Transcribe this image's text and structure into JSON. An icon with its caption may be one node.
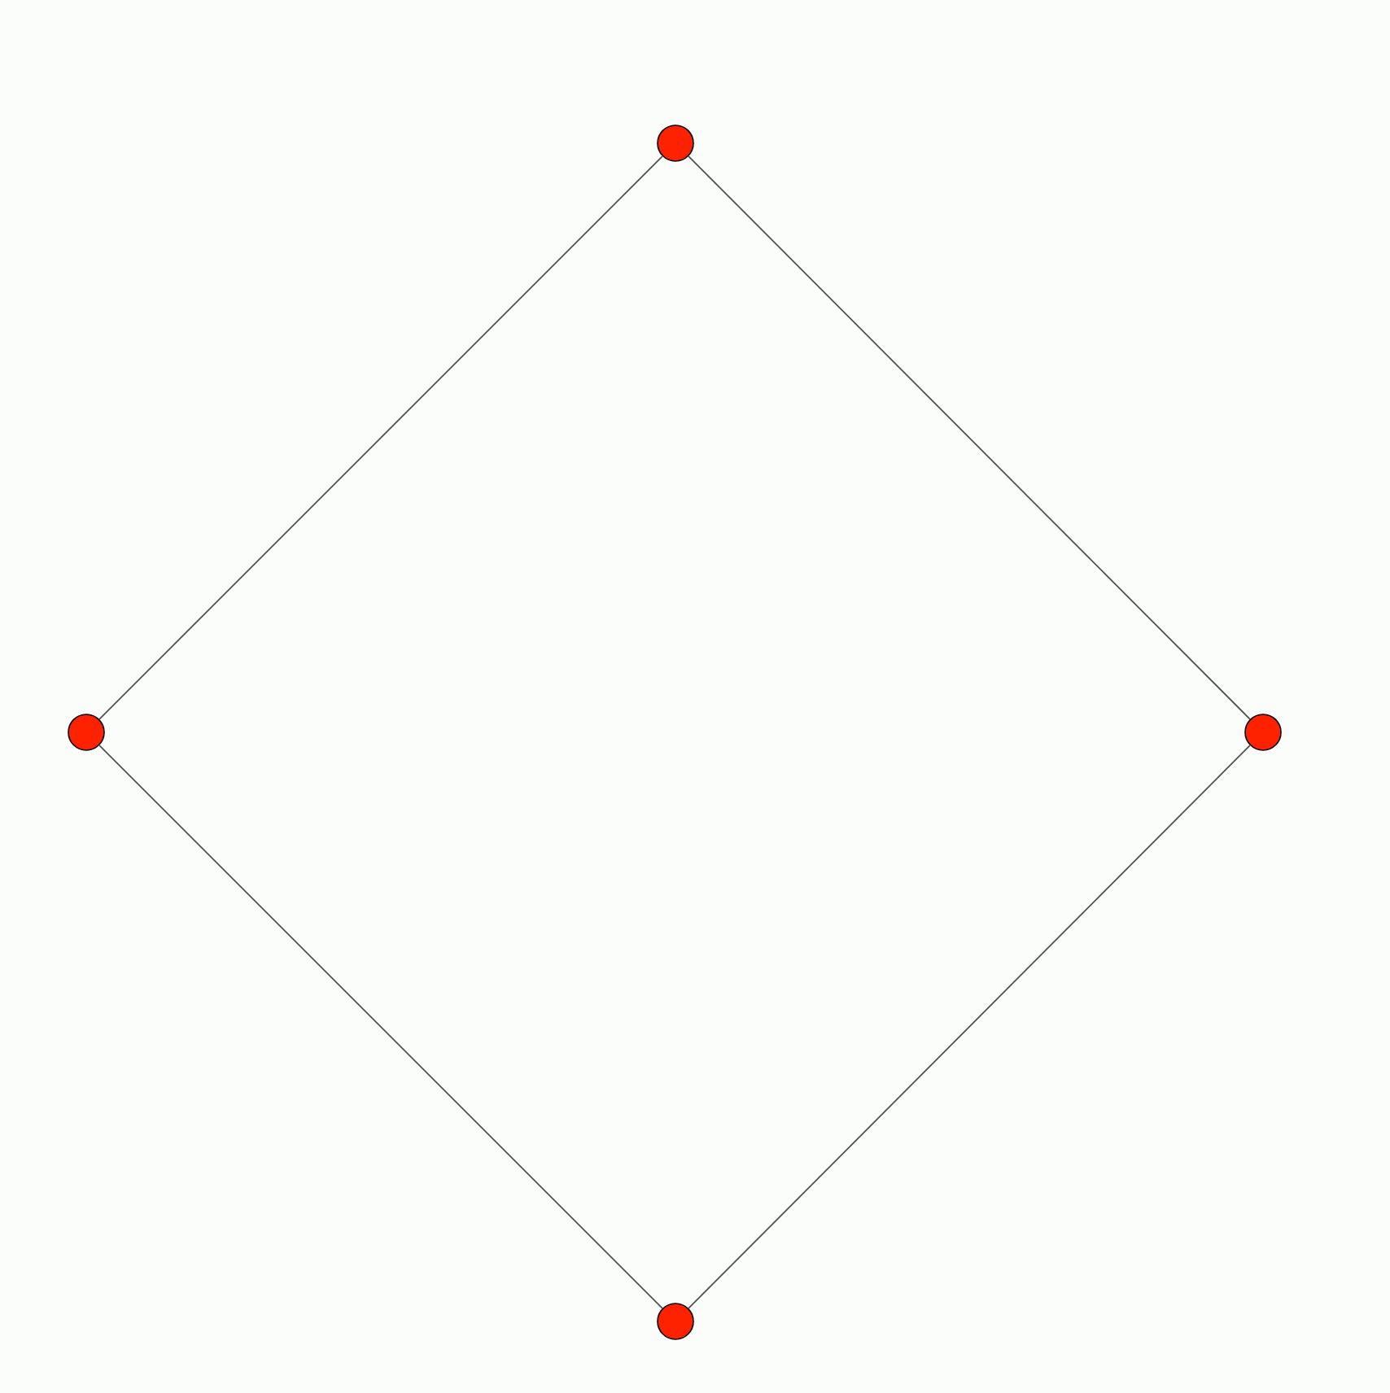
{
  "diagram": {
    "nodes": [
      {
        "text": [],
        "shape": "circle"
      },
      {
        "text": [],
        "shape": "circle"
      },
      {
        "text": [],
        "shape": "circle"
      },
      {
        "text": [],
        "shape": "circle"
      }
    ],
    "edges": [
      {
        "from": 0,
        "to": 1,
        "arrow": "none"
      },
      {
        "from": 0,
        "to": 2,
        "arrow": "none"
      },
      {
        "from": 1,
        "to": 3,
        "arrow": "none"
      },
      {
        "from": 2,
        "to": 3,
        "arrow": "none"
      }
    ]
  }
}
